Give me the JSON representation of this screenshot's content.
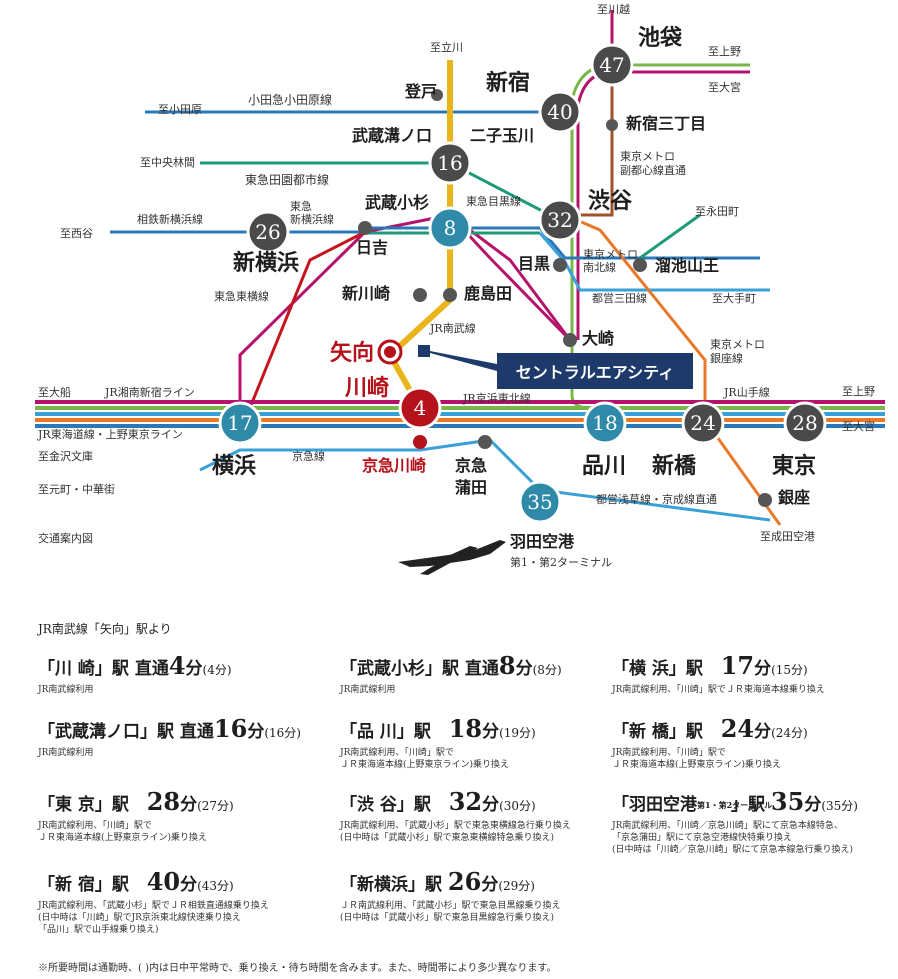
{
  "destination_label": "セントラルエアシティ",
  "legend_label": "交通案内図",
  "colors": {
    "jr_nambu": "#e9b51b",
    "odakyu": "#2a78b8",
    "denentoshi": "#1d9a78",
    "toyoko_megurosen": "#b5126c",
    "nambu_main_color": "#e9b51b",
    "ikebukuro_purple": "#b5126c",
    "shinjuku_green": "#7ab648",
    "fukutoshin_brown": "#a0522d",
    "yamanote_green": "#7ab648",
    "keihin_blue": "#3aa0d8",
    "tokaido_orange": "#e8792a",
    "keikyu_red": "#c4161c",
    "ginza_orange": "#e8792a",
    "badge": "#4a4a4a",
    "badge_blue": "#2e8aa8",
    "station_red": "#b5121b"
  },
  "map": {
    "badges": [
      {
        "id": "ikebukuro",
        "num": "47",
        "kind": "gray"
      },
      {
        "id": "shinjuku",
        "num": "40",
        "kind": "gray"
      },
      {
        "id": "mizonokuchi",
        "num": "16",
        "kind": "gray"
      },
      {
        "id": "musashikosugi",
        "num": "8",
        "kind": "blue"
      },
      {
        "id": "shibuya",
        "num": "32",
        "kind": "gray"
      },
      {
        "id": "shinyokohama",
        "num": "26",
        "kind": "gray"
      },
      {
        "id": "kawasaki",
        "num": "4",
        "kind": "red"
      },
      {
        "id": "yokohama",
        "num": "17",
        "kind": "blue"
      },
      {
        "id": "shinagawa",
        "num": "18",
        "kind": "blue"
      },
      {
        "id": "shimbashi",
        "num": "24",
        "kind": "gray"
      },
      {
        "id": "tokyo",
        "num": "28",
        "kind": "gray"
      },
      {
        "id": "haneda",
        "num": "35",
        "kind": "blue"
      }
    ],
    "stations": {
      "ikebukuro": "池袋",
      "shinjuku": "新宿",
      "shinjuku3": "新宿三丁目",
      "noborito": "登戸",
      "futakotamagawa": "二子玉川",
      "mizonokuchi": "武蔵溝ノ口",
      "musashikosugi": "武蔵小杉",
      "shibuya": "渋谷",
      "hiyoshi": "日吉",
      "shinyokohama": "新横浜",
      "meguro": "目黒",
      "tameike": "溜池山王",
      "shinkawasaki": "新川崎",
      "kashimada": "鹿島田",
      "osaki": "大崎",
      "yako1": "矢向",
      "yako2": "川崎",
      "yokohama": "横浜",
      "keikyukawasaki": "京急川崎",
      "keikyukamata1": "京急",
      "keikyukamata2": "蒲田",
      "shinagawa": "品川",
      "shimbashi": "新橋",
      "tokyo": "東京",
      "ginza": "銀座",
      "haneda": "羽田空港",
      "haneda_terminal": "第1・第2ターミナル"
    },
    "directions": {
      "kawagoe": "至川越",
      "ueno_top": "至上野",
      "omiya_top": "至大宮",
      "tachikawa": "至立川",
      "odawara": "至小田原",
      "chuorinkan": "至中央林間",
      "nishiya": "至西谷",
      "nagatacho": "至永田町",
      "otemachi": "至大手町",
      "ofuna": "至大船",
      "kanazawabunko": "至金沢文庫",
      "motomachi": "至元町・中華街",
      "ueno_bottom": "至上野",
      "omiya_bottom": "至大宮",
      "narita": "至成田空港"
    },
    "lines": {
      "odakyu": "小田急小田原線",
      "denentoshi": "東急田園都市線",
      "sotetsu": "相鉄新横浜線",
      "tokyu_shinyoko": "東急\n新横浜線",
      "meguro_line": "東急目黒線",
      "toyoko": "東急東横線",
      "fukutoshin": "東京メトロ\n副都心線直通",
      "namboku": "東京メトロ\n南北線",
      "mita": "都営三田線",
      "ginza_line": "東京メトロ\n銀座線",
      "nambu": "JR南武線",
      "shonan": "JR湘南新宿ライン",
      "tokaido": "JR東海道線・上野東京ライン",
      "keihin": "JR京浜東北線",
      "keikyu": "京急線",
      "yamanote": "JR山手線",
      "asakusa": "都営浅草線・京成線直通"
    }
  },
  "times": {
    "title": "JR南武線「矢向」駅より",
    "entries": [
      {
        "name": "「川 崎」駅",
        "mode": "直通",
        "mins": "4",
        "unit": "分",
        "paren": "(4分)",
        "note": "JR南武線利用"
      },
      {
        "name": "「武蔵小杉」駅",
        "mode": "直通",
        "mins": "8",
        "unit": "分",
        "paren": "(8分)",
        "note": "JR南武線利用"
      },
      {
        "name": "「横 浜」駅",
        "mode": "",
        "mins": "17",
        "unit": "分",
        "paren": "(15分)",
        "note": "JR南武線利用、「川崎」駅でＪＲ東海道本線乗り換え"
      },
      {
        "name": "「武蔵溝ノ口」駅",
        "mode": "直通",
        "mins": "16",
        "unit": "分",
        "paren": "(16分)",
        "note": "JR南武線利用"
      },
      {
        "name": "「品 川」駅",
        "mode": "",
        "mins": "18",
        "unit": "分",
        "paren": "(19分)",
        "note": "JR南武線利用、「川崎」駅で\nＪＲ東海道本線(上野東京ライン)乗り換え"
      },
      {
        "name": "「新 橋」駅",
        "mode": "",
        "mins": "24",
        "unit": "分",
        "paren": "(24分)",
        "note": "JR南武線利用、「川崎」駅で\nＪＲ東海道本線(上野東京ライン)乗り換え"
      },
      {
        "name": "「東 京」駅",
        "mode": "",
        "mins": "28",
        "unit": "分",
        "paren": "(27分)",
        "note": "JR南武線利用、「川崎」駅で\nＪＲ東海道本線(上野東京ライン)乗り換え"
      },
      {
        "name": "「渋 谷」駅",
        "mode": "",
        "mins": "32",
        "unit": "分",
        "paren": "(30分)",
        "note": "JR南武線利用、「武蔵小杉」駅で東急東横線急行乗り換え\n(日中時は「武蔵小杉」駅で東急東横線特急乗り換え)"
      },
      {
        "name": "「羽田空港",
        "sub": "第1・第2ターミナル",
        "name2": "」駅",
        "mode": "",
        "mins": "35",
        "unit": "分",
        "paren": "(35分)",
        "note": "JR南武線利用、「川崎／京急川崎」駅にて京急本線特急、\n「京急蒲田」駅にて京急空港線快特乗り換え\n(日中時は「川崎／京急川崎」駅にて京急本線急行乗り換え)"
      },
      {
        "name": "「新 宿」駅",
        "mode": "",
        "mins": "40",
        "unit": "分",
        "paren": "(43分)",
        "note": "JR南武線利用、「武蔵小杉」駅でＪＲ相鉄直通線乗り換え\n(日中時は「川崎」駅でJR京浜東北線快速乗り換え\n「品川」駅で山手線乗り換え)"
      },
      {
        "name": "「新横浜」駅",
        "mode": "",
        "mins": "26",
        "unit": "分",
        "paren": "(29分)",
        "note": "ＪＲ南武線利用、「武蔵小杉」駅で東急目黒線乗り換え\n(日中時は「武蔵小杉」駅で東急目黒線急行乗り換え)"
      }
    ],
    "footnote": "※所要時間は通勤時、( )内は日中平常時で、乗り換え・待ち時間を含みます。また、時間帯により多少異なります。"
  }
}
